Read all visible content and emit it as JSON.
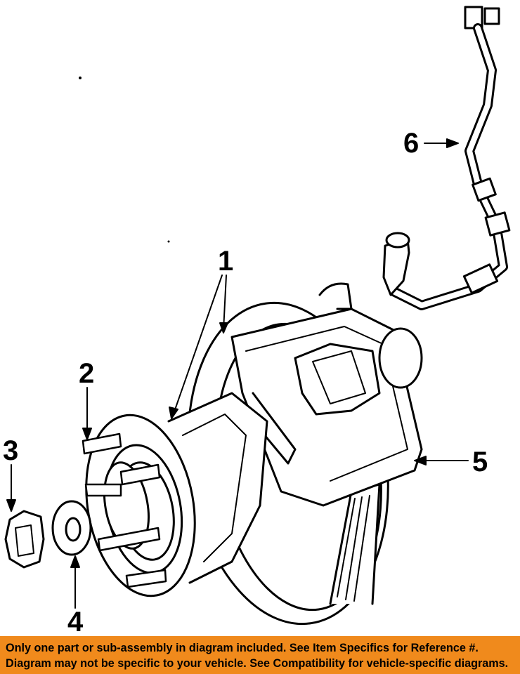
{
  "callouts": [
    {
      "id": "1",
      "label": "1"
    },
    {
      "id": "2",
      "label": "2"
    },
    {
      "id": "3",
      "label": "3"
    },
    {
      "id": "4",
      "label": "4"
    },
    {
      "id": "5",
      "label": "5"
    },
    {
      "id": "6",
      "label": "6"
    }
  ],
  "banner": {
    "line1": "Only one part or sub-assembly in diagram included. See Item Specifics for Reference #.",
    "line2": "Diagram may not be specific to your vehicle. See Compatibility for vehicle-specific diagrams.",
    "background": "#f08a1c"
  }
}
